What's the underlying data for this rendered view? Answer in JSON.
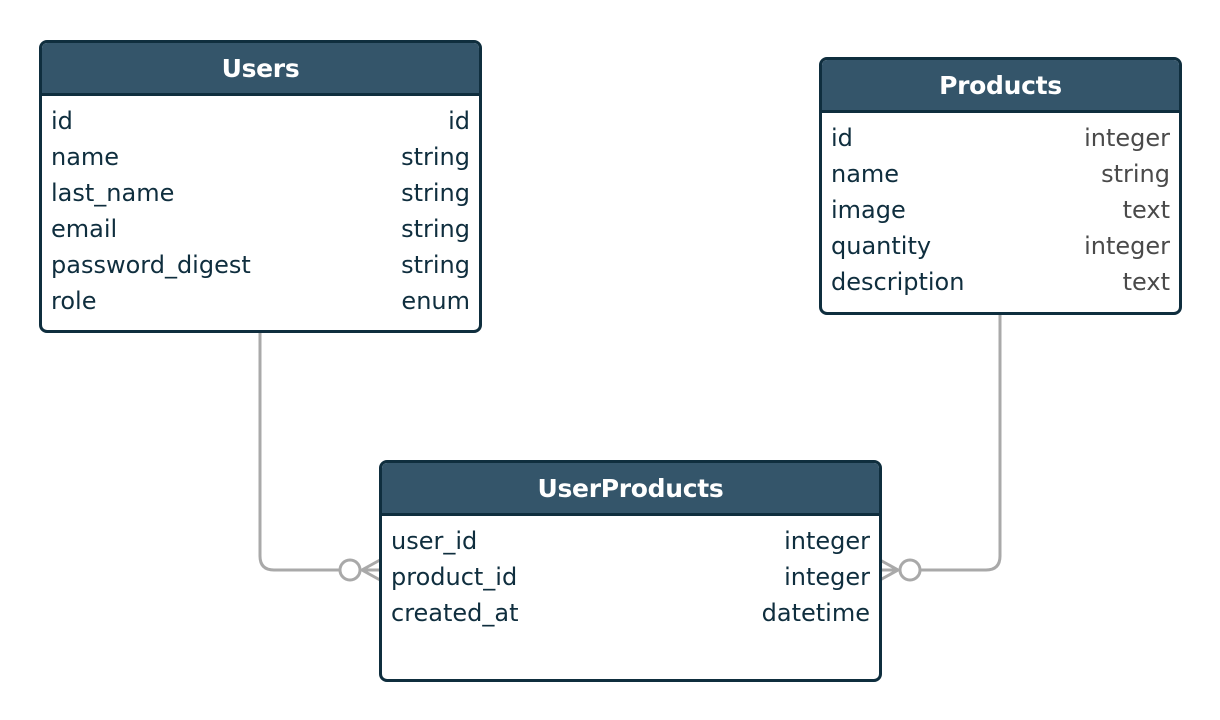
{
  "entities": [
    {
      "id": "users",
      "title": "Users",
      "fields": [
        {
          "name": "id",
          "type": "id"
        },
        {
          "name": "name",
          "type": "string"
        },
        {
          "name": "last_name",
          "type": "string"
        },
        {
          "name": "email",
          "type": "string"
        },
        {
          "name": "password_digest",
          "type": "string"
        },
        {
          "name": "role",
          "type": "enum"
        }
      ]
    },
    {
      "id": "products",
      "title": "Products",
      "fields": [
        {
          "name": "id",
          "type": "integer"
        },
        {
          "name": "name",
          "type": "string"
        },
        {
          "name": "image",
          "type": "text"
        },
        {
          "name": "quantity",
          "type": "integer"
        },
        {
          "name": "description",
          "type": "text"
        }
      ]
    },
    {
      "id": "userproducts",
      "title": "UserProducts",
      "fields": [
        {
          "name": "user_id",
          "type": "integer"
        },
        {
          "name": "product_id",
          "type": "integer"
        },
        {
          "name": "created_at",
          "type": "datetime"
        }
      ]
    }
  ],
  "relationships": [
    {
      "from": "Users",
      "to": "UserProducts",
      "cardinality": "one-to-zero-or-many"
    },
    {
      "from": "Products",
      "to": "UserProducts",
      "cardinality": "one-to-zero-or-many"
    }
  ],
  "colors": {
    "header_bg": "#34556a",
    "border": "#0f2e3e",
    "connector": "#a9a9a9"
  }
}
